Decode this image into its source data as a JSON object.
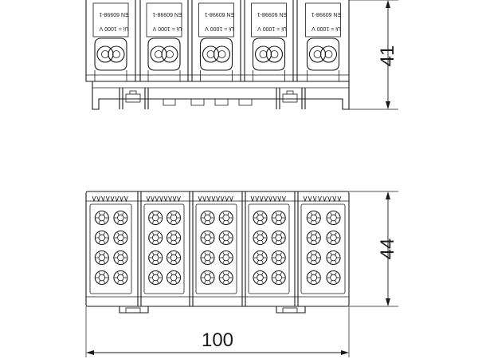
{
  "dimensions": {
    "top_height": "41",
    "bottom_height": "44",
    "width": "100"
  },
  "module_marking": {
    "line1": "EN 60998-1",
    "line2": "Ui = 1000 V"
  },
  "module_count": 5
}
